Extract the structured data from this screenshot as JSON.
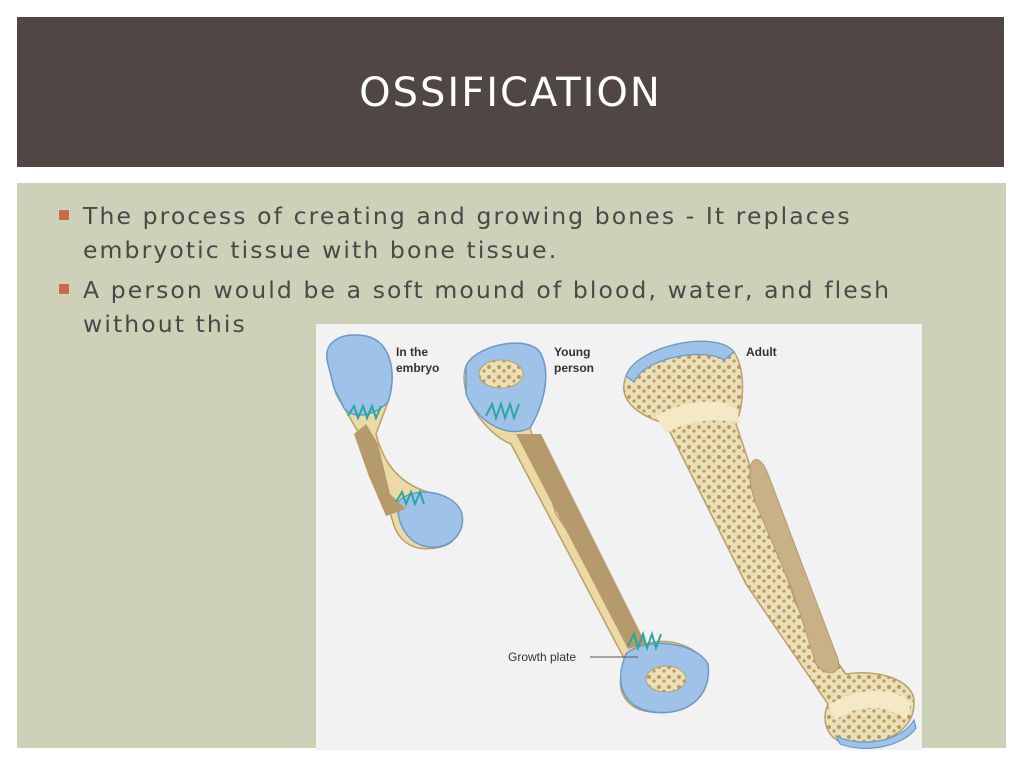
{
  "slide": {
    "title": "OSSIFICATION",
    "bullets": [
      "The process of creating and growing bones - It replaces embryotic tissue with bone tissue.",
      "A person would be a soft mound of blood, water, and flesh without this"
    ]
  },
  "figure": {
    "labels": {
      "embryo_line1": "In the",
      "embryo_line2": "embryo",
      "young_line1": "Young",
      "young_line2": "person",
      "adult": "Adult",
      "growth_plate": "Growth plate"
    }
  },
  "colors": {
    "title_bar": "#504745",
    "content_bg": "#ccd1b8",
    "bullet_marker": "#c86a4e",
    "text": "#4a4848"
  }
}
